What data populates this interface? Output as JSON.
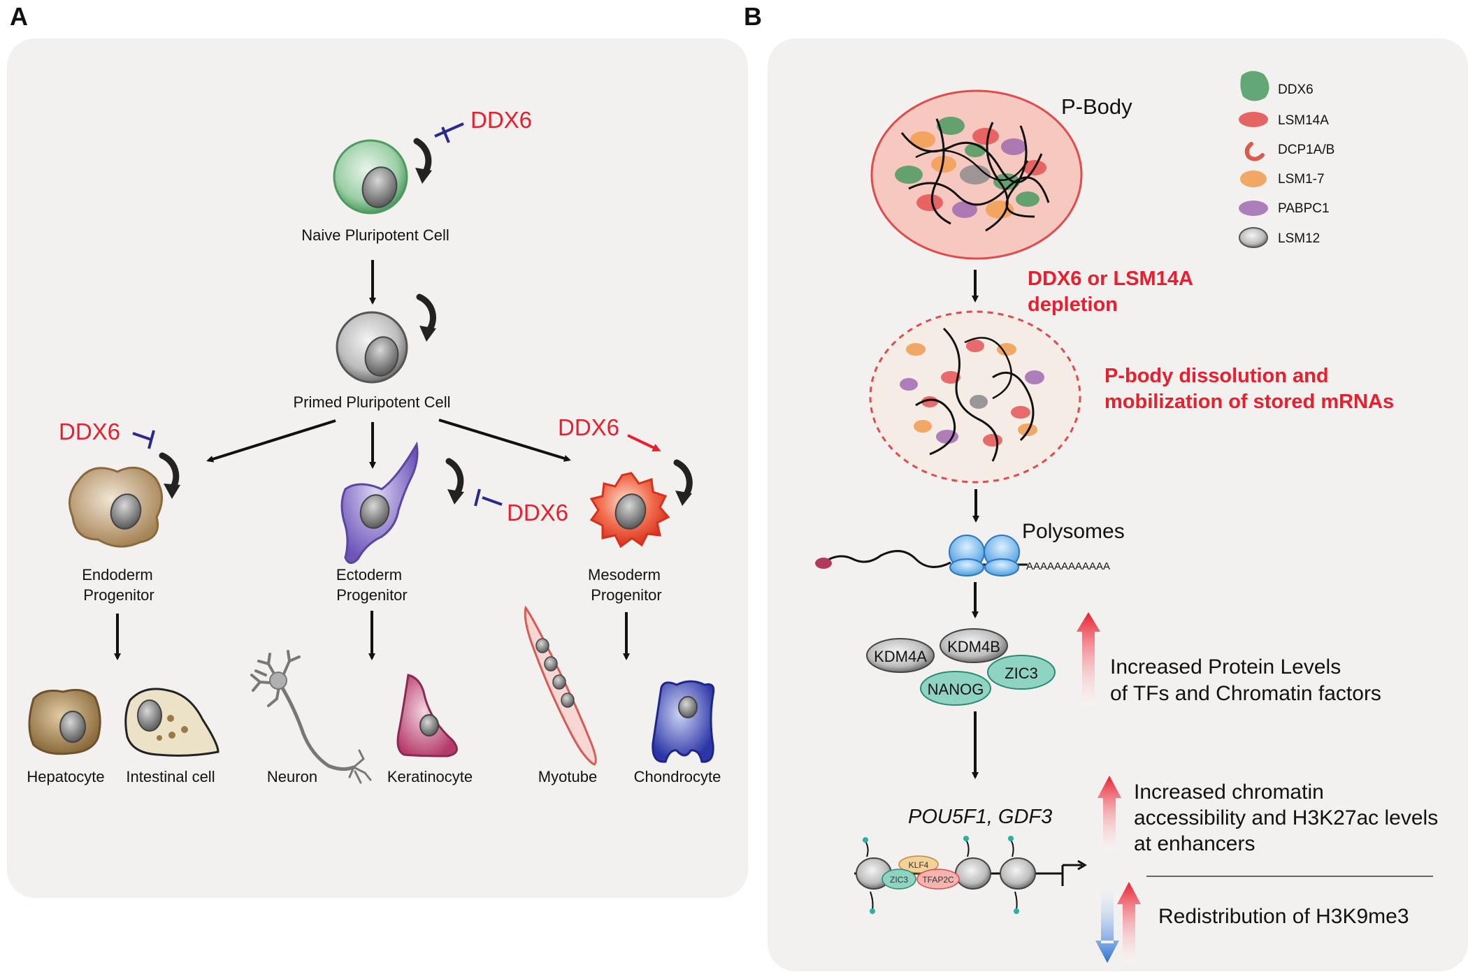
{
  "panel_a": {
    "label": "A",
    "inhibitor": "DDX6",
    "naive": "Naive Pluripotent Cell",
    "primed": "Primed Pluripotent Cell",
    "endoderm": [
      "Endoderm",
      "Progenitor"
    ],
    "ectoderm": [
      "Ectoderm",
      "Progenitor"
    ],
    "mesoderm": [
      "Mesoderm",
      "Progenitor"
    ],
    "terminal": [
      "Hepatocyte",
      "Intestinal cell",
      "Neuron",
      "Keratinocyte",
      "Myotube",
      "Chondrocyte"
    ]
  },
  "panel_b": {
    "label": "B",
    "pbody": "P-Body",
    "legend": [
      {
        "name": "DDX6",
        "color": "#4a9a60"
      },
      {
        "name": "LSM14A",
        "color": "#e24b4b"
      },
      {
        "name": "DCP1A/B",
        "color": "#d95a4e"
      },
      {
        "name": "LSM1-7",
        "color": "#f2a055"
      },
      {
        "name": "PABPC1",
        "color": "#a06bb0"
      },
      {
        "name": "LSM12",
        "color": "#888888"
      }
    ],
    "depletion": [
      "DDX6 or LSM14A",
      "depletion"
    ],
    "dissolution": [
      "P-body dissolution and",
      "mobilization of stored mRNAs"
    ],
    "polysomes": "Polysomes",
    "polya": "AAAAAAAAAAAA",
    "proteins": [
      "KDM4A",
      "KDM4B",
      "ZIC3",
      "NANOG"
    ],
    "increased_protein": [
      "Increased Protein Levels",
      "of TFs and Chromatin factors"
    ],
    "genes": "POU5F1, GDF3",
    "chromatin_factors": [
      "KLF4",
      "ZIC3",
      "TFAP2C"
    ],
    "accessibility": [
      "Increased chromatin",
      "accessibility and H3K27ac levels",
      "at enhancers"
    ],
    "redistribution": "Redistribution of H3K9me3",
    "accent_red": "#e8202e",
    "accent_blue": "#2a5db0"
  }
}
